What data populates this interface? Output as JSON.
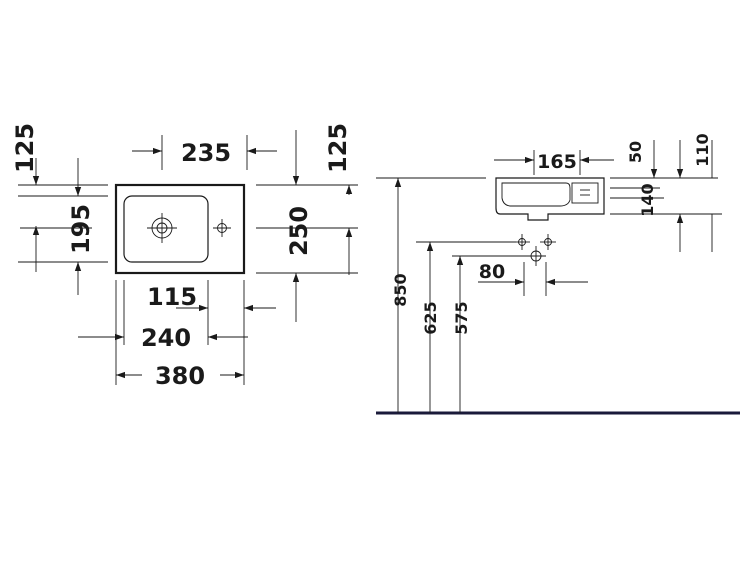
{
  "plan_view": {
    "dim_top_width": "235",
    "dim_left_top": "125",
    "dim_right_top": "125",
    "dim_left_height": "195",
    "dim_right_height": "250",
    "dim_offset_115": "115",
    "dim_width_240": "240",
    "dim_total_width": "380"
  },
  "side_view": {
    "dim_165": "165",
    "dim_50": "50",
    "dim_110": "110",
    "dim_140": "140",
    "dim_80": "80",
    "dim_height_850": "850",
    "dim_height_625": "625",
    "dim_height_575": "575"
  },
  "colors": {
    "line": "#1a1a1a",
    "floor": "#1a1a3a",
    "background": "#ffffff"
  }
}
